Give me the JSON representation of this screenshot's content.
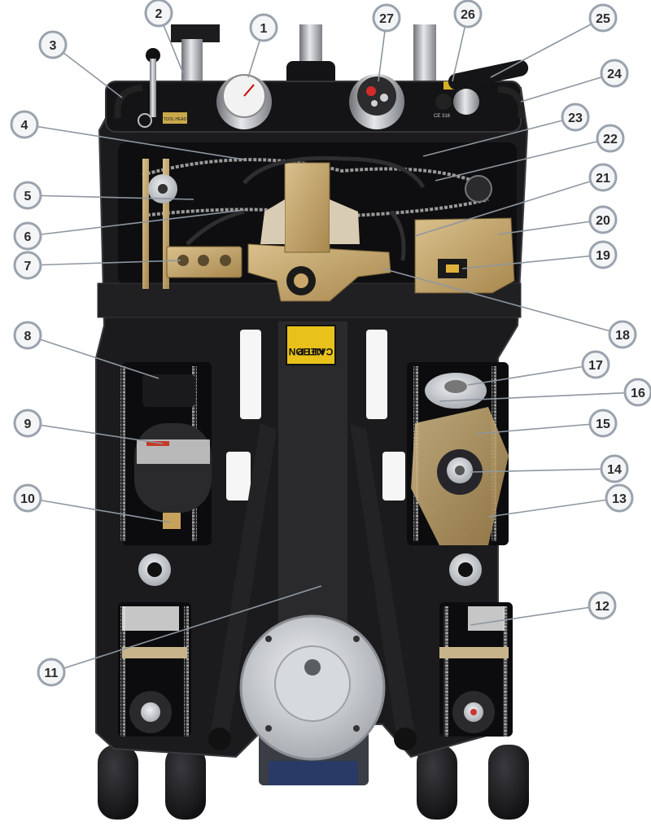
{
  "colors": {
    "frame": "#1b1b1d",
    "frame_edge": "#3a3a3e",
    "brass": "#c2a36a",
    "steel": "#b9bcc1",
    "chain": "#9a9a9a",
    "label_ring": "#9aa3ad",
    "label_fill": "#f4f5f7",
    "label_text": "#2b2b2b",
    "leader": "#8e96a0",
    "sign_yellow": "#e8c21a"
  },
  "sign": {
    "line1": "CAUTION",
    "line2": "KEEP"
  },
  "plate_text": {
    "left": "TOOL HEAD",
    "right": "CE 316"
  },
  "callouts": [
    {
      "num": "1"
    },
    {
      "num": "2"
    },
    {
      "num": "3"
    },
    {
      "num": "4"
    },
    {
      "num": "5"
    },
    {
      "num": "6"
    },
    {
      "num": "7"
    },
    {
      "num": "8"
    },
    {
      "num": "9"
    },
    {
      "num": "10"
    },
    {
      "num": "11"
    },
    {
      "num": "12"
    },
    {
      "num": "13"
    },
    {
      "num": "14"
    },
    {
      "num": "15"
    },
    {
      "num": "16"
    },
    {
      "num": "17"
    },
    {
      "num": "18"
    },
    {
      "num": "19"
    },
    {
      "num": "20"
    },
    {
      "num": "21"
    },
    {
      "num": "22"
    },
    {
      "num": "23"
    },
    {
      "num": "24"
    },
    {
      "num": "25"
    },
    {
      "num": "26"
    },
    {
      "num": "27"
    }
  ]
}
